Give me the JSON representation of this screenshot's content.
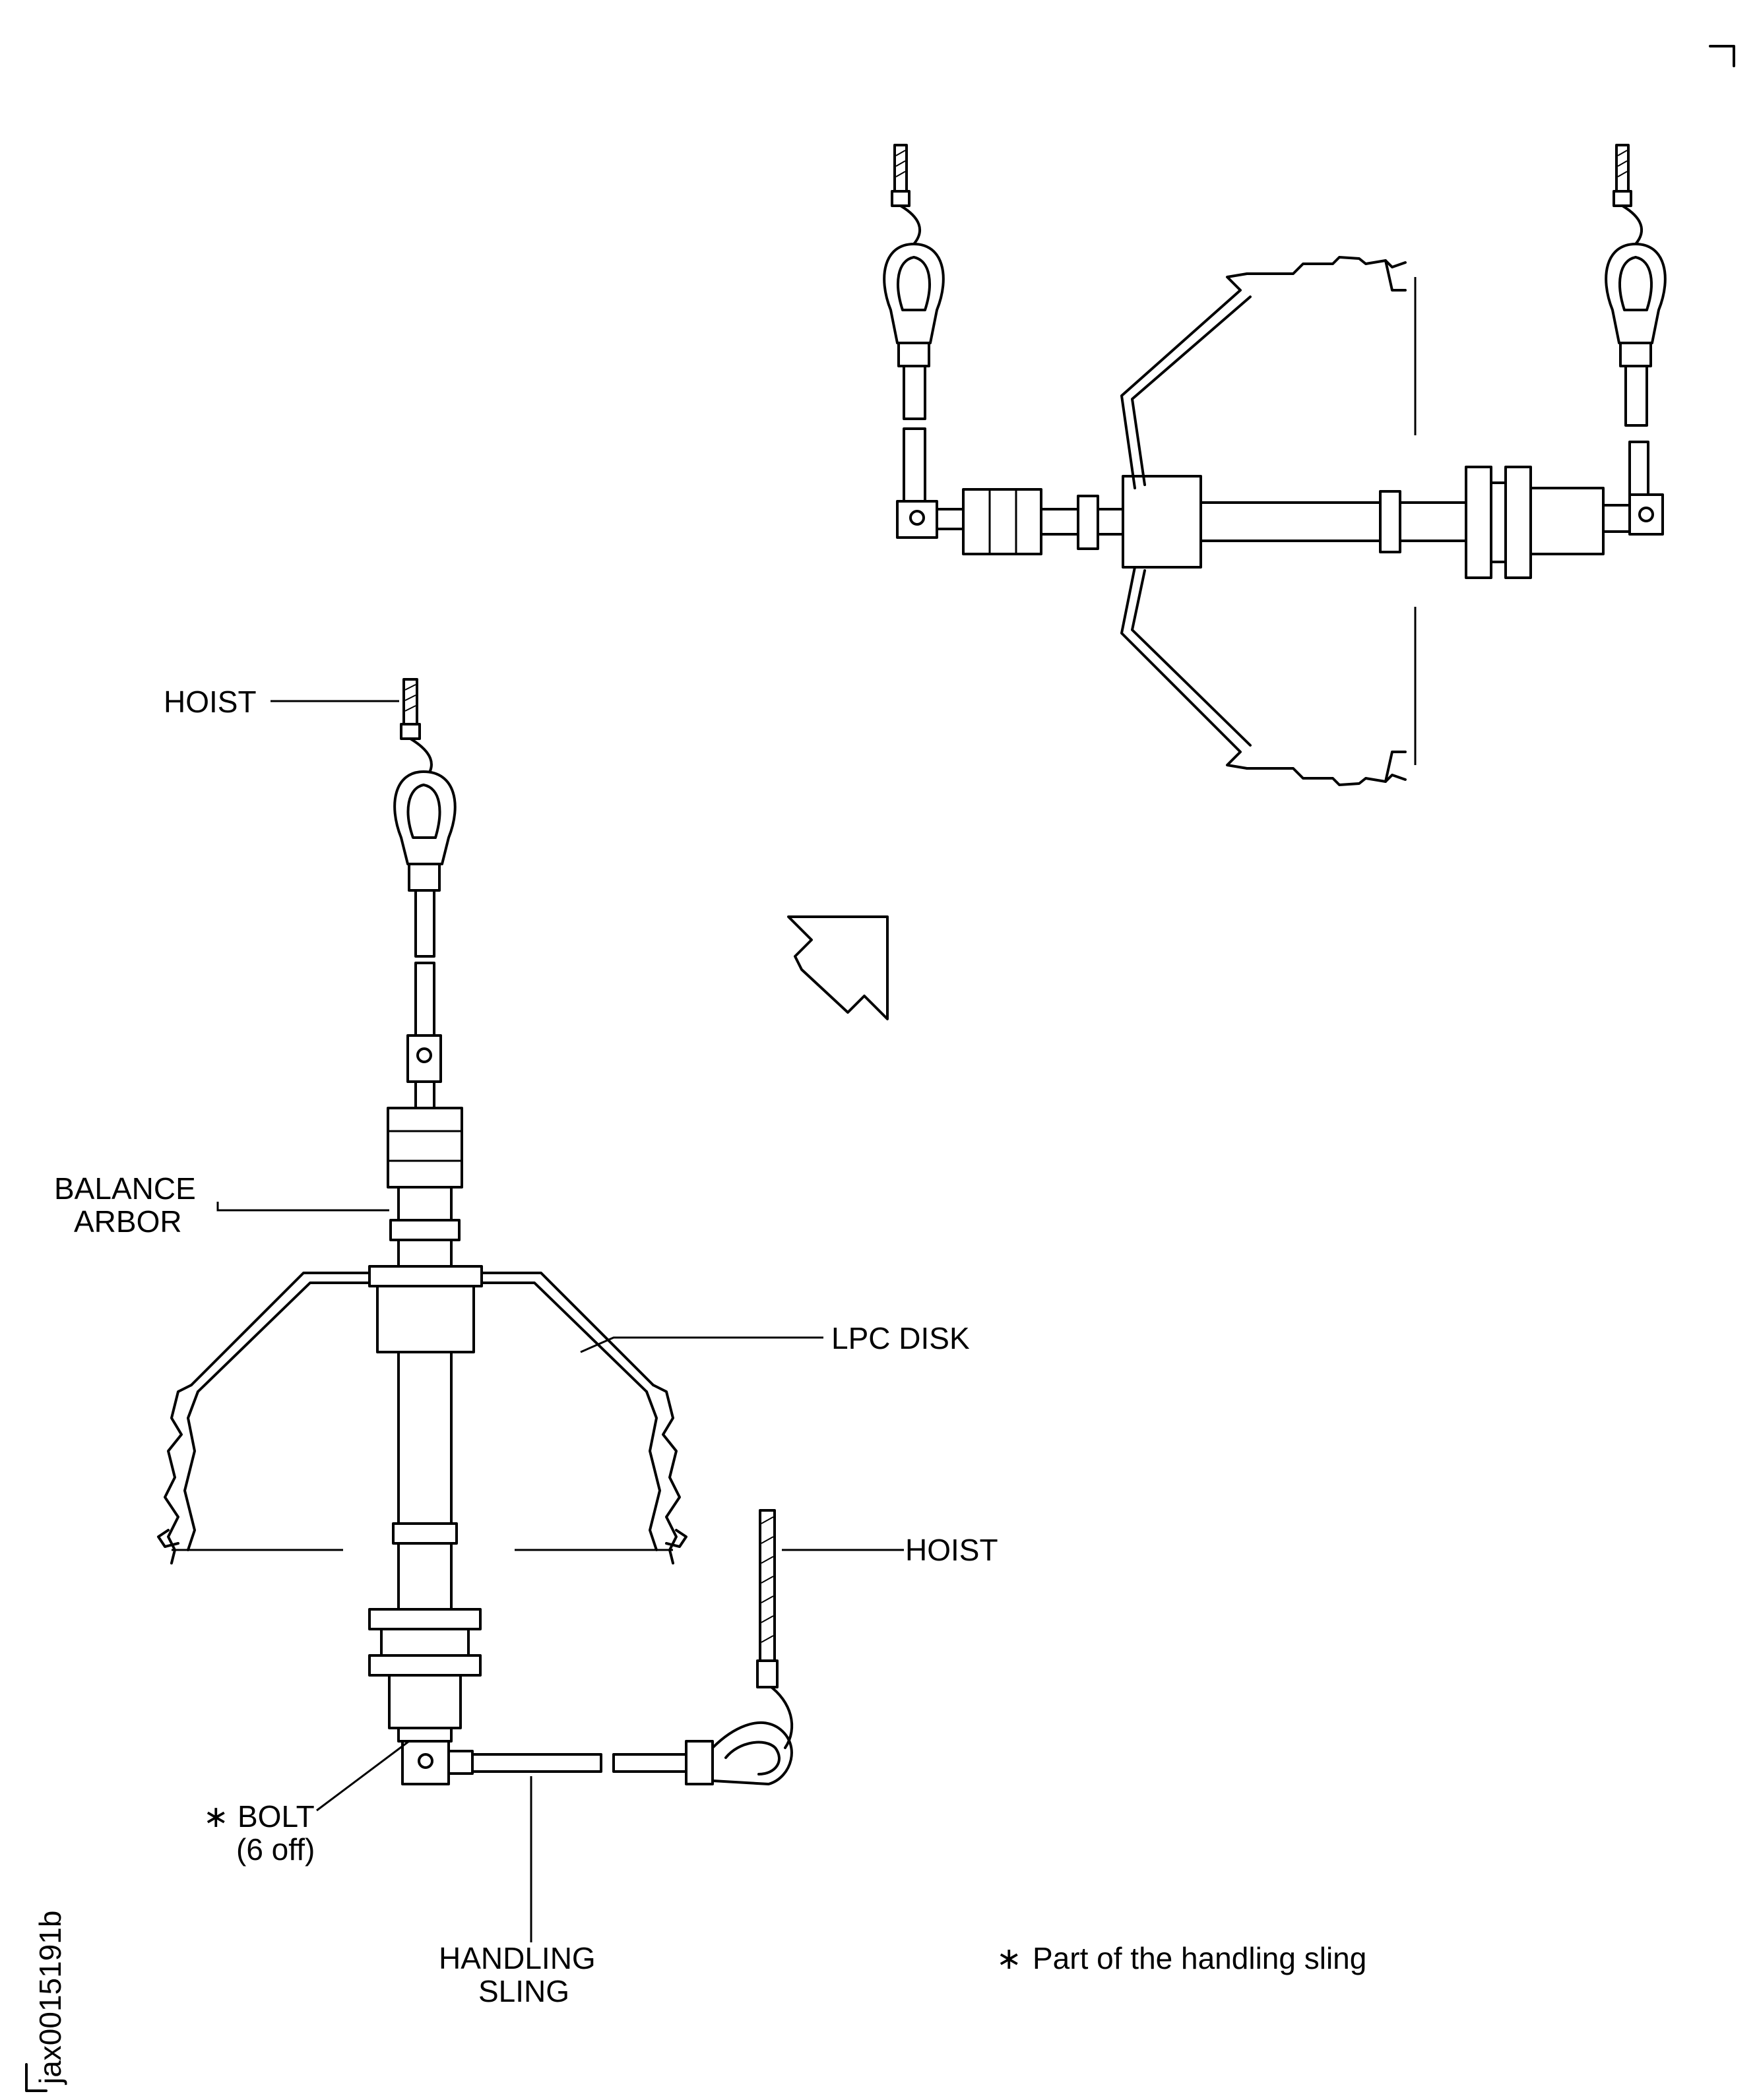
{
  "labels": {
    "hoist_top": "HOIST",
    "balance_arbor_line1": "BALANCE",
    "balance_arbor_line2": "ARBOR",
    "lpc_disk": "LPC DISK",
    "hoist_right": "HOIST",
    "bolt": "BOLT",
    "bolt_qty": "(6 off)",
    "handling_sling_line1": "HANDLING",
    "handling_sling_line2": "SLING",
    "footnote": "Part of the handling sling",
    "asterisk": "∗"
  },
  "figure_id": "jax0015191b"
}
